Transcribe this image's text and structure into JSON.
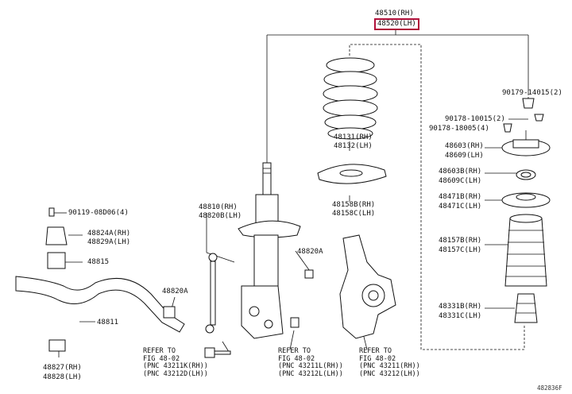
{
  "labels": {
    "l48510": "48510(RH)",
    "l48520": "48520(LH)",
    "l90179": "90179-14015(2)",
    "l90178a": "90178-10015(2)",
    "l90178b": "90178-18005(4)",
    "l48131": "48131(RH)",
    "l48132": "48132(LH)",
    "l48603": "48603(RH)",
    "l48609": "48609(LH)",
    "l48603b": "48603B(RH)",
    "l48609c": "48609C(LH)",
    "l48158b": "48158B(RH)",
    "l48158c": "48158C(LH)",
    "l48471b": "48471B(RH)",
    "l48471c": "48471C(LH)",
    "l90119": "90119-08D06(4)",
    "l48810": "48810(RH)",
    "l48820b": "48820B(LH)",
    "l48824a": "48824A(RH)",
    "l48829a": "48829A(LH)",
    "l48820a_r": "48820A",
    "l48157b": "48157B(RH)",
    "l48157c": "48157C(LH)",
    "l48815": "48815",
    "l48820a_l": "48820A",
    "l48331b": "48331B(RH)",
    "l48331c": "48331C(LH)",
    "l48811": "48811",
    "l48827": "48827(RH)",
    "l48828": "48828(LH)",
    "ref1": [
      "REFER TO",
      "FIG 48-02",
      "(PNC 43211K(RH))",
      "(PNC 43212D(LH))"
    ],
    "ref2": [
      "REFER TO",
      "FIG 48-02",
      "(PNC 43211L(RH))",
      "(PNC 43212L(LH))"
    ],
    "ref3": [
      "REFER TO",
      "FIG 48-02",
      "(PNC 43211(RH))",
      "(PNC 43212(LH))"
    ],
    "fig_id": "482836F"
  }
}
